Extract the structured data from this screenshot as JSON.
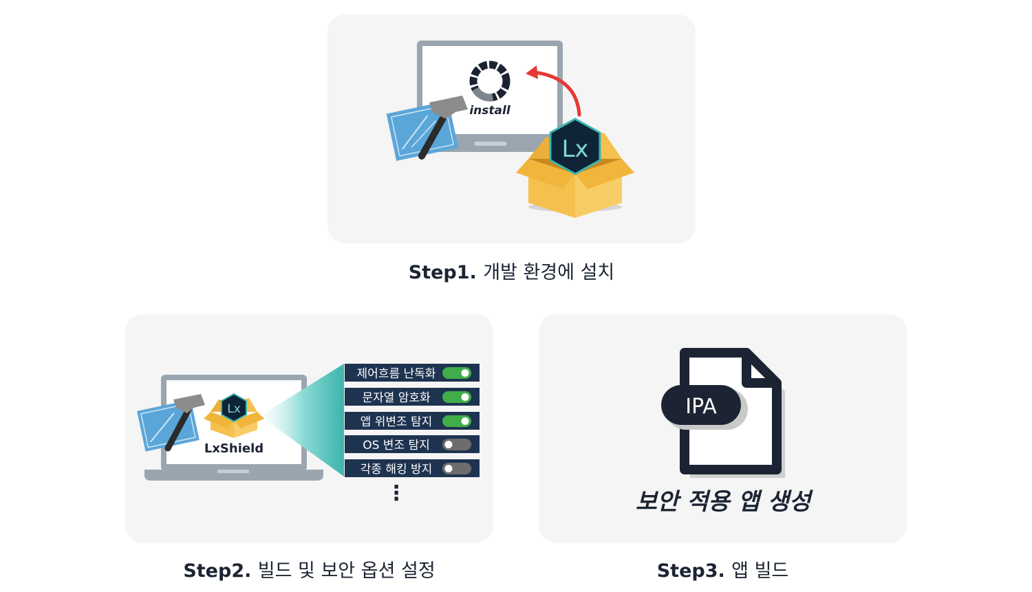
{
  "steps": [
    {
      "number": "Step1.",
      "title": "개발 환경에 설치"
    },
    {
      "number": "Step2.",
      "title": "빌드 및 보안 옵션 설정"
    },
    {
      "number": "Step3.",
      "title": "앱 빌드"
    }
  ],
  "step1": {
    "install_label": "install",
    "box_logo": "Lx"
  },
  "step2": {
    "product_name": "LxShield",
    "box_logo": "Lx",
    "options": [
      {
        "label": "제어흐름 난독화",
        "enabled": true
      },
      {
        "label": "문자열 암호화",
        "enabled": true
      },
      {
        "label": "앱 위변조 탐지",
        "enabled": true
      },
      {
        "label": "OS 변조 탐지",
        "enabled": false
      },
      {
        "label": "각종 해킹 방지",
        "enabled": false
      }
    ],
    "more_indicator": "⋮"
  },
  "step3": {
    "file_type": "IPA",
    "result_text": "보안 적용 앱 생성"
  },
  "colors": {
    "panel_bg": "#f5f5f5",
    "option_bg": "#1e3350",
    "toggle_on": "#3fae4a",
    "toggle_off": "#6d6d6d",
    "box_yellow": "#f2b53c",
    "arrow_red": "#e53935",
    "beam_teal": "#3cb3ad",
    "text_dark": "#1c2433"
  }
}
